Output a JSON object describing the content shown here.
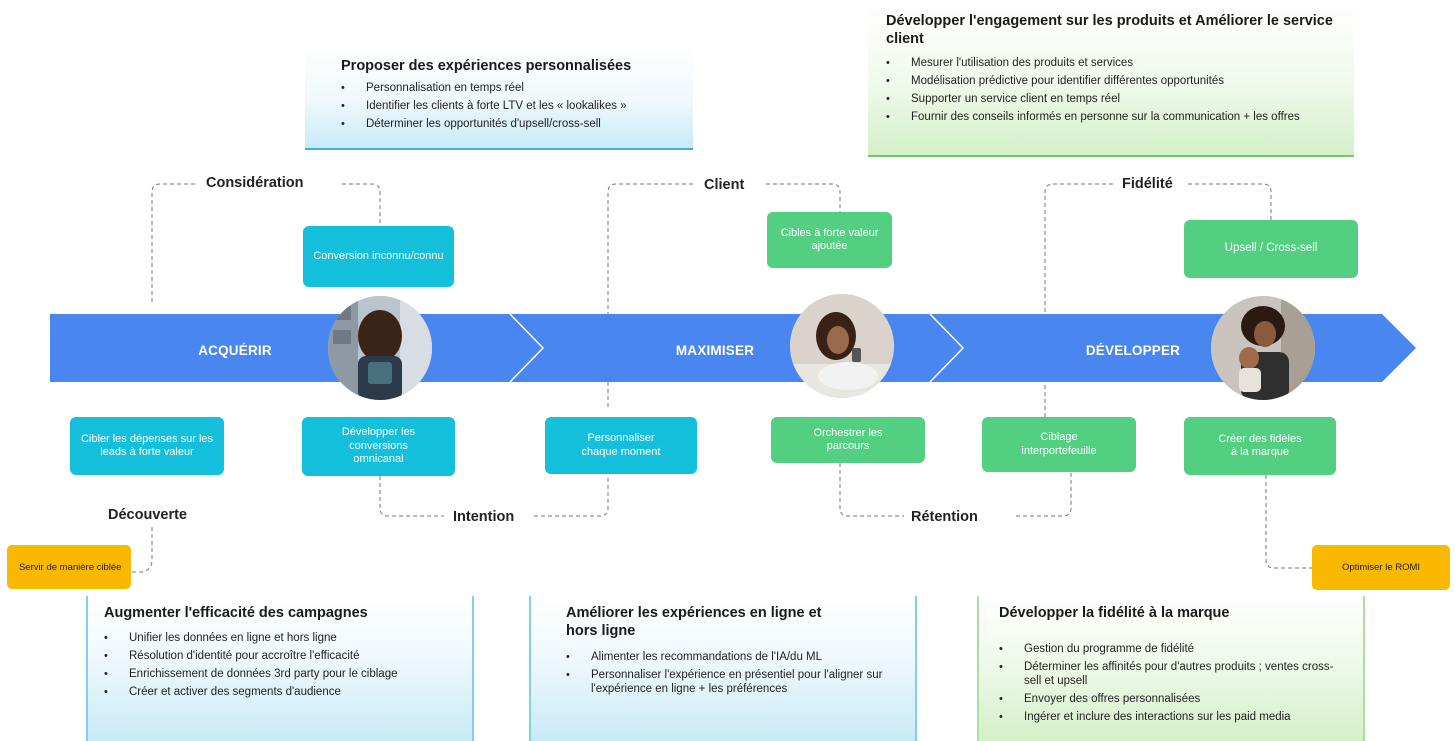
{
  "top_panels": [
    {
      "title": "Proposer des expériences personnalisées",
      "items": [
        "Personnalisation en temps réel",
        "Identifier les clients à forte LTV et les « lookalikes »",
        "Déterminer les opportunités d'upsell/cross-sell"
      ]
    },
    {
      "title": "Développer l'engagement sur les produits et Améliorer le service client",
      "items": [
        "Mesurer l'utilisation des produits et services",
        "Modélisation prédictive pour identifier différentes opportunités",
        "Supporter un service client en temps réel",
        "Fournir des conseils informés en personne sur la communication + les offres"
      ]
    }
  ],
  "bottom_panels": [
    {
      "title": "Augmenter l'efficacité des campagnes",
      "items": [
        "Unifier les données en ligne et hors ligne",
        "Résolution d'identité pour accroître l'efficacité",
        "Enrichissement de données 3rd party pour le ciblage",
        "Créer et activer des segments d'audience"
      ]
    },
    {
      "title": "Améliorer les expériences en ligne et hors ligne",
      "items": [
        "Alimenter les recommandations de l'IA/du ML",
        "Personnaliser l'expérience en présentiel pour l'aligner sur l'expérience en ligne + les préférences"
      ]
    },
    {
      "title": "Développer la fidélité à la marque",
      "items": [
        "Gestion du programme de fidélité",
        "Déterminer les affinités pour d'autres produits ; ventes cross-sell et upsell",
        "Envoyer des offres personnalisées",
        "Ingérer et inclure des interactions sur les paid media"
      ]
    }
  ],
  "stages": [
    "ACQUÉRIR",
    "MAXIMISER",
    "DÉVELOPPER"
  ],
  "phases": {
    "consideration": "Considération",
    "client": "Client",
    "fidelite": "Fidélité",
    "decouverte": "Découverte",
    "intention": "Intention",
    "retention": "Rétention"
  },
  "boxes": {
    "conversion": "Conversion inconnu/connu",
    "cibles_valeur": "Cibles à forte valeur ajoutée",
    "upsell": "Upsell / Cross-sell",
    "cibler_depenses": "Cibler les dépenses sur les leads à forte valeur",
    "developper_conversions": "Développer les conversions omnicanal",
    "personnaliser_moment": "Personnaliser chaque moment",
    "orchestrer": "Orchestrer les parcours",
    "ciblage": "Ciblage interportefeuille",
    "creer_fideles": "Créer des fidèles à la marque",
    "servir": "Servir de manière ciblée",
    "romi": "Optimiser le ROMI"
  },
  "colors": {
    "arrow": "#4a86f0",
    "cyan_box": "#14bfdc",
    "green_box": "#52cf80",
    "orange_box": "#fbb800"
  }
}
